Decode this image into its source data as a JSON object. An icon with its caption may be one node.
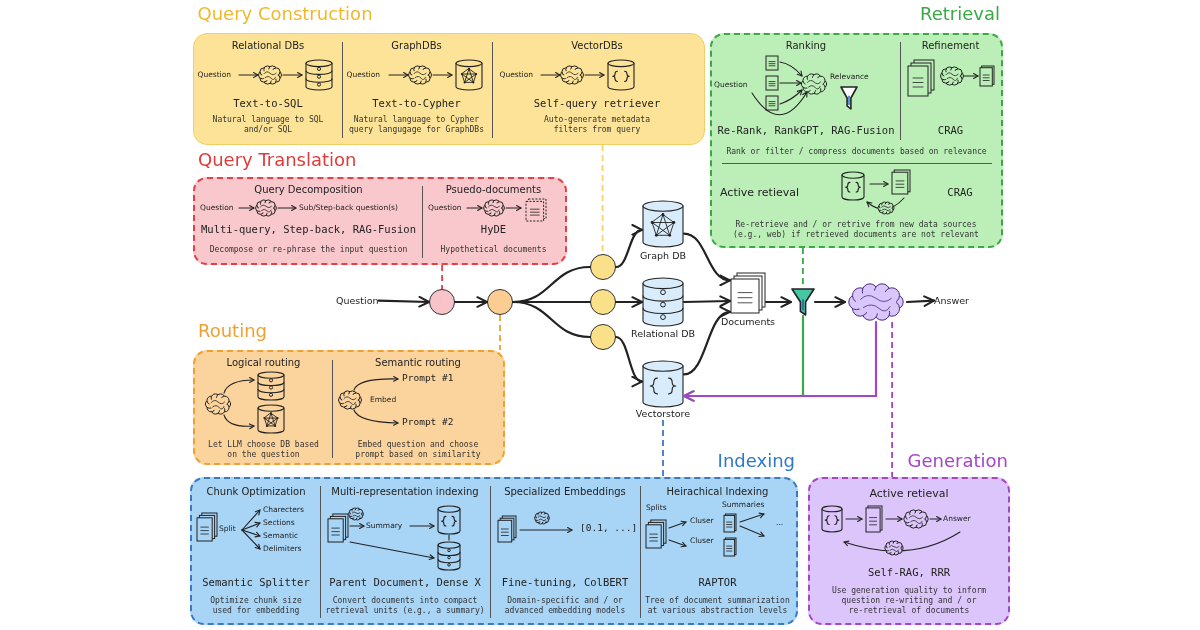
{
  "diagram": {
    "nodes": [
      {
        "text": [
          "Query Construction"
        ]
      },
      {
        "text": [
          "Relational DBs",
          "Question",
          "Text-to-SQL",
          "Natural language to SQL and/or SQL"
        ],
        "in": 0
      },
      {
        "text": [
          "GraphDBs",
          "Question",
          "Text-to-Cypher",
          "Natural language to Cypher query langugage for GraphDBs"
        ],
        "in": 0
      },
      {
        "text": [
          "VectorDBs",
          "Question",
          "Self-query retriever",
          "Auto-generate metadata filters from query"
        ],
        "in": 0
      },
      {
        "text": [
          "Query Translation"
        ]
      },
      {
        "text": [
          "Query Decomposition",
          "Question",
          "Sub/Step-back question(s)",
          "Multi-query, Step-back, RAG-Fusion",
          "Decompose or re-phrase the input question"
        ],
        "in": 4
      },
      {
        "text": [
          "Psuedo-documents",
          "Question",
          "HyDE",
          "Hypothetical documents"
        ],
        "in": 4
      },
      {
        "text": [
          "Routing"
        ]
      },
      {
        "text": [
          "Logical routing",
          "Let LLM choose DB based on the question"
        ],
        "in": 7
      },
      {
        "text": [
          "Semantic routing",
          "Prompt #1",
          "Embed",
          "Prompt #2",
          "Embed question and choose prompt based on similarity"
        ],
        "in": 7
      },
      {
        "text": [
          "Question"
        ]
      },
      {
        "text": [],
        "shape": "circle"
      },
      {
        "text": [],
        "shape": "circle"
      },
      {
        "text": [],
        "shape": "circle"
      },
      {
        "text": [],
        "shape": "circle"
      },
      {
        "text": [],
        "shape": "circle"
      },
      {
        "text": [
          "Graph DB"
        ]
      },
      {
        "text": [
          "Relational DB"
        ]
      },
      {
        "text": [
          "Vectorstore"
        ]
      },
      {
        "text": [
          "Documents"
        ]
      },
      {
        "text": [],
        "shape": "funnel"
      },
      {
        "text": [],
        "shape": "brain"
      },
      {
        "text": [
          "Answer"
        ]
      },
      {
        "text": [
          "Retrieval",
          "Rank or filter / compress documents based on relevance"
        ]
      },
      {
        "text": [
          "Ranking",
          "Question",
          "Relevance",
          "Re-Rank, RankGPT, RAG-Fusion"
        ],
        "in": 23
      },
      {
        "text": [
          "Refinement",
          "CRAG"
        ],
        "in": 23
      },
      {
        "text": [
          "Active retieval",
          "CRAG",
          "Re-retrieve and / or retrive from new data sources (e.g., web) if retrieved documents are not relevant"
        ],
        "in": 23
      },
      {
        "text": [
          "Indexing"
        ]
      },
      {
        "text": [
          "Chunk Optimization",
          "Split",
          "Charecters",
          "Sections",
          "Semantic",
          "Delimiters",
          "Semantic Splitter",
          "Optimize chunk size used for embedding"
        ],
        "in": 27
      },
      {
        "text": [
          "Multi-representation indexing",
          "Summary",
          "Parent Document, Dense X",
          "Convert documents into compact retrieval units (e.g., a summary)"
        ],
        "in": 27
      },
      {
        "text": [
          "Specialized Embeddings",
          "[0.1, ...]",
          "Fine-tuning, ColBERT",
          "Domain-specific and / or advanced embedding models"
        ],
        "in": 27
      },
      {
        "text": [
          "Heirachical Indexing",
          "Splits",
          "Summaries",
          "Cluser",
          "Cluser",
          "...",
          "RAPTOR",
          "Tree of document summarization at various abstraction levels"
        ],
        "in": 27
      },
      {
        "text": [
          "Generation",
          "Active retieval",
          "Answer",
          "Self-RAG, RRR",
          "Use generation quality to inform question re-writing and / or re-retrieval of documents"
        ]
      }
    ],
    "edges": [
      {
        "from": 10,
        "to": 11,
        "arrow": "to"
      },
      {
        "from": 11,
        "to": 12,
        "arrow": "to"
      },
      {
        "from": 12,
        "to": 13,
        "arrow": "none"
      },
      {
        "from": 12,
        "to": 14,
        "arrow": "none"
      },
      {
        "from": 12,
        "to": 15,
        "arrow": "none"
      },
      {
        "from": 13,
        "to": 16,
        "arrow": "to"
      },
      {
        "from": 14,
        "to": 17,
        "arrow": "to"
      },
      {
        "from": 15,
        "to": 18,
        "arrow": "to"
      },
      {
        "from": 16,
        "to": 19,
        "arrow": "to"
      },
      {
        "from": 17,
        "to": 19,
        "arrow": "to"
      },
      {
        "from": 18,
        "to": 19,
        "arrow": "to"
      },
      {
        "from": 19,
        "to": 20,
        "arrow": "to"
      },
      {
        "from": 20,
        "to": 21,
        "arrow": "to"
      },
      {
        "from": 21,
        "to": 22,
        "arrow": "to"
      },
      {
        "from": 20,
        "to": 18,
        "arrow": "to",
        "color": "#3aa846"
      },
      {
        "from": 21,
        "to": 18,
        "arrow": "to",
        "color": "#a545c8"
      },
      {
        "from": 0,
        "to": 13,
        "arrow": "none",
        "style": "dashed",
        "color": "#f5d56a"
      },
      {
        "from": 4,
        "to": 11,
        "arrow": "none",
        "style": "dashed",
        "color": "#e0414a"
      },
      {
        "from": 12,
        "to": 7,
        "arrow": "none",
        "style": "dashed",
        "color": "#f0a030"
      },
      {
        "from": 23,
        "to": 20,
        "arrow": "none",
        "style": "dashed",
        "color": "#3aa846"
      },
      {
        "from": 18,
        "to": 27,
        "arrow": "none",
        "style": "dashed",
        "color": "#3a7ac3"
      },
      {
        "from": 21,
        "to": 32,
        "arrow": "none",
        "style": "dashed",
        "color": "#a545c8"
      }
    ]
  }
}
